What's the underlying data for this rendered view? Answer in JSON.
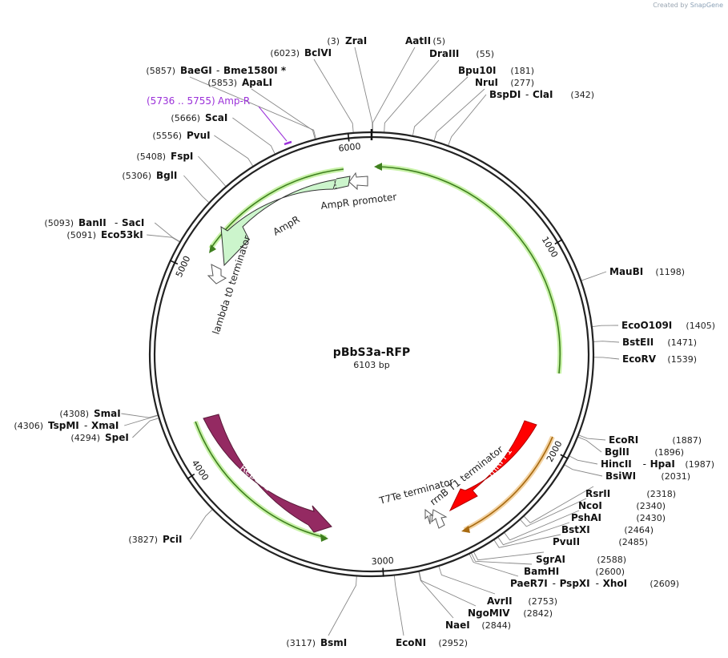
{
  "branding": {
    "prefix": "Created by",
    "product": "SnapGene"
  },
  "plasmid": {
    "name": "pBbS3a-RFP",
    "length_label": "6103 bp",
    "length": 6103
  },
  "ticks": [
    "1000",
    "2000",
    "3000",
    "4000",
    "5000",
    "6000"
  ],
  "features": [
    {
      "name": "AmpR promoter",
      "color": "#ffffff"
    },
    {
      "name": "AmpR",
      "color": "#ccf5cc"
    },
    {
      "name": "lambda t0 terminator",
      "color": "#ffffff"
    },
    {
      "name": "Rep101",
      "color": "#942a62"
    },
    {
      "name": "mRFP1",
      "color": "#ff0000"
    },
    {
      "name": "rrnB T1 terminator",
      "color": "#ffffff"
    },
    {
      "name": "T7Te terminator",
      "color": "#ffffff"
    }
  ],
  "primer_site": {
    "range": "(5736 .. 5755)",
    "name": "Amp-R",
    "color": "#9b30d9"
  },
  "sites": [
    {
      "pos": "(3)",
      "names": [
        "ZraI"
      ]
    },
    {
      "pos": "(5)",
      "names": [
        "AatII"
      ]
    },
    {
      "pos": "(55)",
      "names": [
        "DraIII"
      ]
    },
    {
      "pos": "(181)",
      "names": [
        "Bpu10I"
      ]
    },
    {
      "pos": "(277)",
      "names": [
        "NruI"
      ]
    },
    {
      "pos": "(342)",
      "names": [
        "BspDI",
        "ClaI"
      ]
    },
    {
      "pos": "(1198)",
      "names": [
        "MauBI"
      ]
    },
    {
      "pos": "(1405)",
      "names": [
        "EcoO109I"
      ]
    },
    {
      "pos": "(1471)",
      "names": [
        "BstEII"
      ]
    },
    {
      "pos": "(1539)",
      "names": [
        "EcoRV"
      ]
    },
    {
      "pos": "(1887)",
      "names": [
        "EcoRI"
      ]
    },
    {
      "pos": "(1896)",
      "names": [
        "BglII"
      ]
    },
    {
      "pos": "(1987)",
      "names": [
        "HincII",
        "HpaI"
      ]
    },
    {
      "pos": "(2031)",
      "names": [
        "BsiWI"
      ]
    },
    {
      "pos": "(2318)",
      "names": [
        "RsrII"
      ]
    },
    {
      "pos": "(2340)",
      "names": [
        "NcoI"
      ]
    },
    {
      "pos": "(2430)",
      "names": [
        "PshAI"
      ]
    },
    {
      "pos": "(2464)",
      "names": [
        "BstXI"
      ]
    },
    {
      "pos": "(2485)",
      "names": [
        "PvuII"
      ]
    },
    {
      "pos": "(2588)",
      "names": [
        "SgrAI"
      ]
    },
    {
      "pos": "(2600)",
      "names": [
        "BamHI"
      ]
    },
    {
      "pos": "(2609)",
      "names": [
        "PaeR7I",
        "PspXI",
        "XhoI"
      ]
    },
    {
      "pos": "(2753)",
      "names": [
        "AvrII"
      ]
    },
    {
      "pos": "(2842)",
      "names": [
        "NgoMIV"
      ]
    },
    {
      "pos": "(2844)",
      "names": [
        "NaeI"
      ]
    },
    {
      "pos": "(2952)",
      "names": [
        "EcoNI"
      ]
    },
    {
      "pos": "(3117)",
      "names": [
        "BsmI"
      ]
    },
    {
      "pos": "(3827)",
      "names": [
        "PciI"
      ]
    },
    {
      "pos": "(4294)",
      "names": [
        "SpeI"
      ]
    },
    {
      "pos": "(4306)",
      "names": [
        "TspMI",
        "XmaI"
      ]
    },
    {
      "pos": "(4308)",
      "names": [
        "SmaI"
      ]
    },
    {
      "pos": "(5091)",
      "names": [
        "Eco53kI"
      ]
    },
    {
      "pos": "(5093)",
      "names": [
        "BanII",
        "SacI"
      ]
    },
    {
      "pos": "(5306)",
      "names": [
        "BglI"
      ]
    },
    {
      "pos": "(5408)",
      "names": [
        "FspI"
      ]
    },
    {
      "pos": "(5556)",
      "names": [
        "PvuI"
      ]
    },
    {
      "pos": "(5666)",
      "names": [
        "ScaI"
      ]
    },
    {
      "pos": "(5853)",
      "names": [
        "ApaLI"
      ]
    },
    {
      "pos": "(5857)",
      "names": [
        "BaeGI",
        "Bme1580I *"
      ]
    },
    {
      "pos": "(6023)",
      "names": [
        "BclVI"
      ]
    }
  ]
}
